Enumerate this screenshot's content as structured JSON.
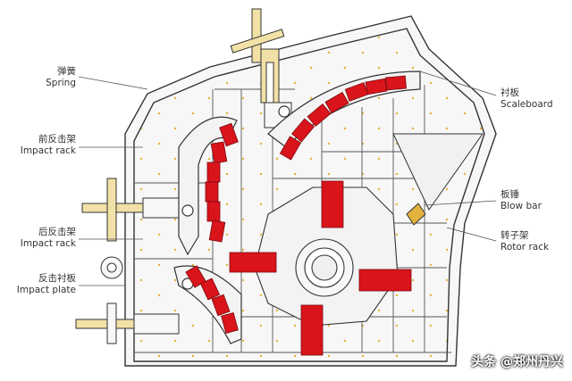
{
  "labels": {
    "spring": {
      "cn": "弹簧",
      "en": "Spring"
    },
    "impact_rack_front": {
      "cn": "前反击架",
      "en": "Impact rack"
    },
    "impact_rack_rear": {
      "cn": "后反击架",
      "en": "Impact rack"
    },
    "impact_plate": {
      "cn": "反击衬板",
      "en": "Impact plate"
    },
    "scaleboard": {
      "cn": "衬板",
      "en": "Scaleboard"
    },
    "blow_bar": {
      "cn": "板锤",
      "en": "Blow bar"
    },
    "rotor_rack": {
      "cn": "转子架",
      "en": "Rotor rack"
    }
  },
  "watermark": "头条 @郑州丹兴",
  "colors": {
    "line": "#333333",
    "fill_light": "#f7f7f7",
    "blow_bar_red": "#d9141b",
    "rod_yellow": "#f2e1a6",
    "dots": "#e3b23c"
  }
}
